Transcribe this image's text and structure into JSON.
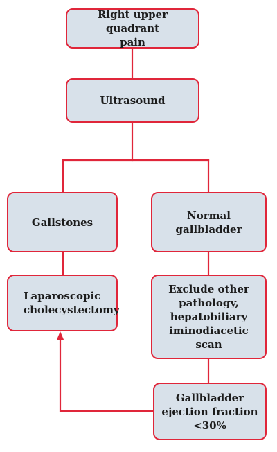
{
  "diagram": {
    "colors": {
      "box_fill": "#d8e1ea",
      "box_border": "#e0263a",
      "connector": "#e0263a",
      "text": "#1c1c1c"
    },
    "nodes": {
      "ruq_pain": "Right upper quadrant\npain",
      "ultrasound": "Ultrasound",
      "gallstones": "Gallstones",
      "normal_gallbladder": "Normal\ngallbladder",
      "lap_chole": "Laparoscopic\ncholecystectomy",
      "exclude_pathology": "Exclude other\npathology,\nhepatobiliary\niminodiacetic\nscan",
      "ejection_fraction": "Gallbladder\nejection fraction\n<30%"
    }
  }
}
